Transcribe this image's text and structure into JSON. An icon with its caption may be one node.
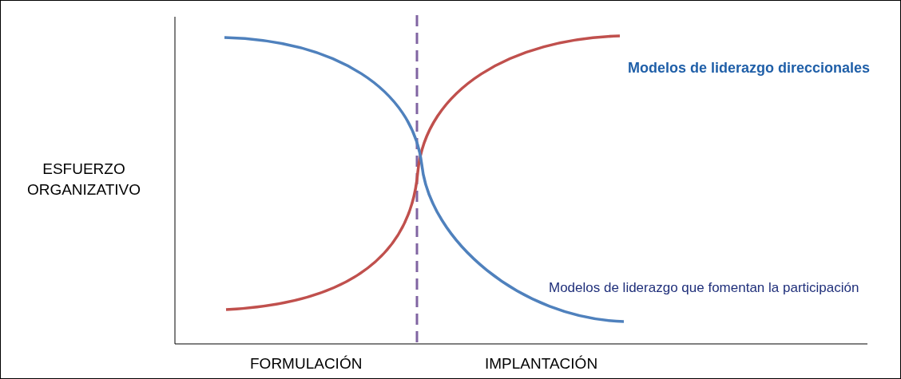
{
  "diagram": {
    "labels": [
      "Modelos de liderazgo direccionales",
      "ESFUERZO ORGANIZATIVO",
      "Modelos de liderazgo que fomentan la participación",
      "FORMULACIÓN",
      "IMPLANTACIÓN"
    ]
  }
}
